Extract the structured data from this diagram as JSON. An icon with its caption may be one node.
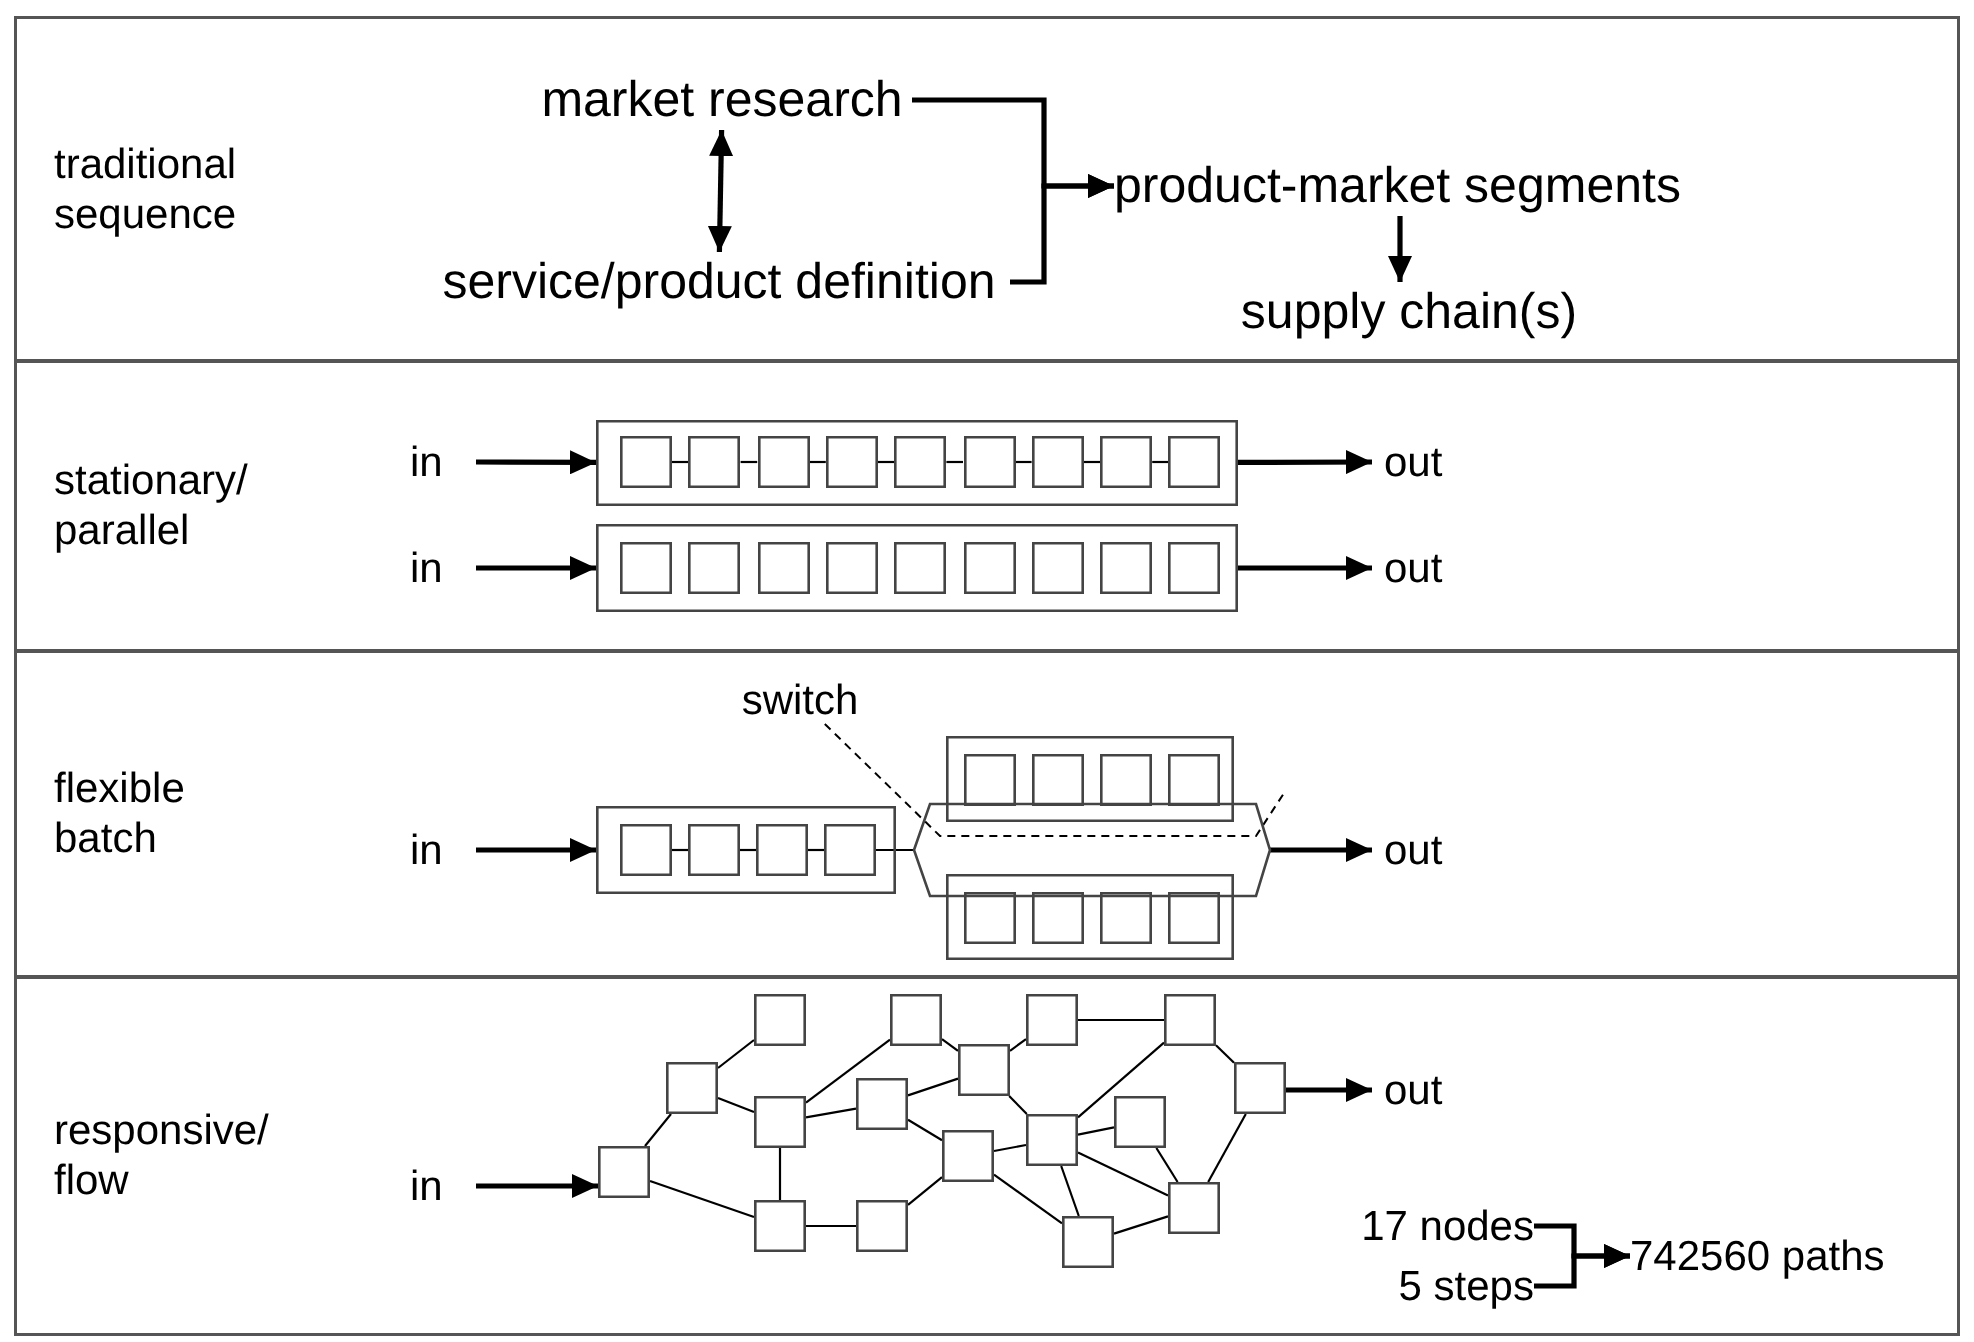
{
  "diagram": {
    "nodes": [
      {
        "text": [
          "traditional sequence"
        ]
      },
      {
        "text": [
          "market research"
        ],
        "in": 0
      },
      {
        "text": [
          "service/product definition"
        ],
        "in": 0
      },
      {
        "text": [
          "product-market segments"
        ],
        "in": 0
      },
      {
        "text": [
          "supply chain(s)"
        ],
        "in": 0
      },
      {
        "text": [
          "stationary/ parallel"
        ]
      },
      {
        "text": [
          "in"
        ],
        "in": 5
      },
      {
        "text": [],
        "shape": "box",
        "in": 5
      },
      {
        "text": [],
        "shape": "box",
        "in": 7
      },
      {
        "text": [],
        "shape": "box",
        "in": 7
      },
      {
        "text": [],
        "shape": "box",
        "in": 7
      },
      {
        "text": [],
        "shape": "box",
        "in": 7
      },
      {
        "text": [],
        "shape": "box",
        "in": 7
      },
      {
        "text": [],
        "shape": "box",
        "in": 7
      },
      {
        "text": [],
        "shape": "box",
        "in": 7
      },
      {
        "text": [],
        "shape": "box",
        "in": 7
      },
      {
        "text": [],
        "shape": "box",
        "in": 7
      },
      {
        "text": [
          "out"
        ],
        "in": 5
      },
      {
        "text": [
          "in"
        ],
        "in": 5
      },
      {
        "text": [],
        "shape": "box",
        "in": 5
      },
      {
        "text": [],
        "shape": "box",
        "in": 19
      },
      {
        "text": [],
        "shape": "box",
        "in": 19
      },
      {
        "text": [],
        "shape": "box",
        "in": 19
      },
      {
        "text": [],
        "shape": "box",
        "in": 19
      },
      {
        "text": [],
        "shape": "box",
        "in": 19
      },
      {
        "text": [],
        "shape": "box",
        "in": 19
      },
      {
        "text": [],
        "shape": "box",
        "in": 19
      },
      {
        "text": [],
        "shape": "box",
        "in": 19
      },
      {
        "text": [],
        "shape": "box",
        "in": 19
      },
      {
        "text": [
          "out"
        ],
        "in": 5
      },
      {
        "text": [
          "flexible batch"
        ]
      },
      {
        "text": [
          "in"
        ],
        "in": 30
      },
      {
        "text": [],
        "shape": "box",
        "in": 30
      },
      {
        "text": [],
        "shape": "box",
        "in": 32
      },
      {
        "text": [],
        "shape": "box",
        "in": 32
      },
      {
        "text": [],
        "shape": "box",
        "in": 32
      },
      {
        "text": [],
        "shape": "box",
        "in": 32
      },
      {
        "text": [],
        "shape": "box",
        "in": 30
      },
      {
        "text": [],
        "shape": "box",
        "in": 37
      },
      {
        "text": [],
        "shape": "box",
        "in": 37
      },
      {
        "text": [],
        "shape": "box",
        "in": 37
      },
      {
        "text": [],
        "shape": "box",
        "in": 37
      },
      {
        "text": [],
        "shape": "box",
        "in": 30
      },
      {
        "text": [],
        "shape": "box",
        "in": 42
      },
      {
        "text": [],
        "shape": "box",
        "in": 42
      },
      {
        "text": [],
        "shape": "box",
        "in": 42
      },
      {
        "text": [],
        "shape": "box",
        "in": 42
      },
      {
        "text": [],
        "shape": "hexagon",
        "in": 30
      },
      {
        "text": [
          "out"
        ],
        "in": 30
      },
      {
        "text": [
          "switch"
        ],
        "in": 30
      },
      {
        "text": [
          "responsive/ flow"
        ]
      },
      {
        "text": [
          "in"
        ],
        "in": 50
      },
      {
        "text": [],
        "shape": "box",
        "in": 50
      },
      {
        "text": [],
        "shape": "box",
        "in": 50
      },
      {
        "text": [],
        "shape": "box",
        "in": 50
      },
      {
        "text": [],
        "shape": "box",
        "in": 50
      },
      {
        "text": [],
        "shape": "box",
        "in": 50
      },
      {
        "text": [],
        "shape": "box",
        "in": 50
      },
      {
        "text": [],
        "shape": "box",
        "in": 50
      },
      {
        "text": [],
        "shape": "box",
        "in": 50
      },
      {
        "text": [],
        "shape": "box",
        "in": 50
      },
      {
        "text": [],
        "shape": "box",
        "in": 50
      },
      {
        "text": [],
        "shape": "box",
        "in": 50
      },
      {
        "text": [],
        "shape": "box",
        "in": 50
      },
      {
        "text": [],
        "shape": "box",
        "in": 50
      },
      {
        "text": [],
        "shape": "box",
        "in": 50
      },
      {
        "text": [],
        "shape": "box",
        "in": 50
      },
      {
        "text": [],
        "shape": "box",
        "in": 50
      },
      {
        "text": [],
        "shape": "box",
        "in": 50
      },
      {
        "text": [
          "out"
        ],
        "in": 50
      },
      {
        "text": [
          "17 nodes"
        ],
        "in": 50
      },
      {
        "text": [
          "5 steps"
        ],
        "in": 50
      },
      {
        "text": [
          "742560 paths"
        ],
        "in": 50
      }
    ],
    "edges": [
      {
        "from": 1,
        "to": 2,
        "arrow": "both",
        "style": "thick"
      },
      {
        "from": 1,
        "to": 3,
        "arrow": "to",
        "style": "thick"
      },
      {
        "from": 2,
        "to": 3,
        "arrow": "to",
        "style": "thick"
      },
      {
        "from": 3,
        "to": 4,
        "arrow": "to",
        "style": "thick"
      },
      {
        "from": 6,
        "to": 7,
        "arrow": "to",
        "style": "thick"
      },
      {
        "from": 7,
        "to": 17,
        "arrow": "to",
        "style": "thick"
      },
      {
        "from": 8,
        "to": 9,
        "arrow": "none"
      },
      {
        "from": 9,
        "to": 10,
        "arrow": "none"
      },
      {
        "from": 10,
        "to": 11,
        "arrow": "none"
      },
      {
        "from": 11,
        "to": 12,
        "arrow": "none"
      },
      {
        "from": 12,
        "to": 13,
        "arrow": "none"
      },
      {
        "from": 13,
        "to": 14,
        "arrow": "none"
      },
      {
        "from": 14,
        "to": 15,
        "arrow": "none"
      },
      {
        "from": 15,
        "to": 16,
        "arrow": "none"
      },
      {
        "from": 18,
        "to": 19,
        "arrow": "to",
        "style": "thick"
      },
      {
        "from": 19,
        "to": 29,
        "arrow": "to",
        "style": "thick"
      },
      {
        "from": 31,
        "to": 32,
        "arrow": "to",
        "style": "thick"
      },
      {
        "from": 33,
        "to": 34,
        "arrow": "none"
      },
      {
        "from": 34,
        "to": 35,
        "arrow": "none"
      },
      {
        "from": 35,
        "to": 36,
        "arrow": "none"
      },
      {
        "from": 36,
        "to": 47,
        "arrow": "none"
      },
      {
        "from": 47,
        "to": 48,
        "arrow": "to",
        "style": "thick"
      },
      {
        "from": 49,
        "to": null,
        "arrow": "none",
        "style": "dashed"
      },
      {
        "from": 51,
        "to": 52,
        "arrow": "to",
        "style": "thick"
      },
      {
        "from": 52,
        "to": 53,
        "arrow": "none"
      },
      {
        "from": 52,
        "to": 56,
        "arrow": "none"
      },
      {
        "from": 53,
        "to": 54,
        "arrow": "none"
      },
      {
        "from": 53,
        "to": 55,
        "arrow": "none"
      },
      {
        "from": 55,
        "to": 56,
        "arrow": "none"
      },
      {
        "from": 55,
        "to": 59,
        "arrow": "none"
      },
      {
        "from": 55,
        "to": 57,
        "arrow": "none"
      },
      {
        "from": 56,
        "to": 58,
        "arrow": "none"
      },
      {
        "from": 58,
        "to": 60,
        "arrow": "none"
      },
      {
        "from": 57,
        "to": 61,
        "arrow": "none"
      },
      {
        "from": 57,
        "to": 60,
        "arrow": "none"
      },
      {
        "from": 59,
        "to": 61,
        "arrow": "none"
      },
      {
        "from": 61,
        "to": 62,
        "arrow": "none"
      },
      {
        "from": 61,
        "to": 63,
        "arrow": "none"
      },
      {
        "from": 60,
        "to": 63,
        "arrow": "none"
      },
      {
        "from": 60,
        "to": 64,
        "arrow": "none"
      },
      {
        "from": 62,
        "to": 66,
        "arrow": "none"
      },
      {
        "from": 63,
        "to": 66,
        "arrow": "none"
      },
      {
        "from": 63,
        "to": 65,
        "arrow": "none"
      },
      {
        "from": 63,
        "to": 64,
        "arrow": "none"
      },
      {
        "from": 63,
        "to": 67,
        "arrow": "none"
      },
      {
        "from": 65,
        "to": 67,
        "arrow": "none"
      },
      {
        "from": 64,
        "to": 67,
        "arrow": "none"
      },
      {
        "from": 66,
        "to": 68,
        "arrow": "none"
      },
      {
        "from": 68,
        "to": 67,
        "arrow": "none"
      },
      {
        "from": 68,
        "to": 69,
        "arrow": "to",
        "style": "thick"
      },
      {
        "from": 70,
        "to": 72,
        "arrow": "to",
        "style": "thick"
      },
      {
        "from": 71,
        "to": 72,
        "arrow": "to",
        "style": "thick"
      }
    ]
  }
}
